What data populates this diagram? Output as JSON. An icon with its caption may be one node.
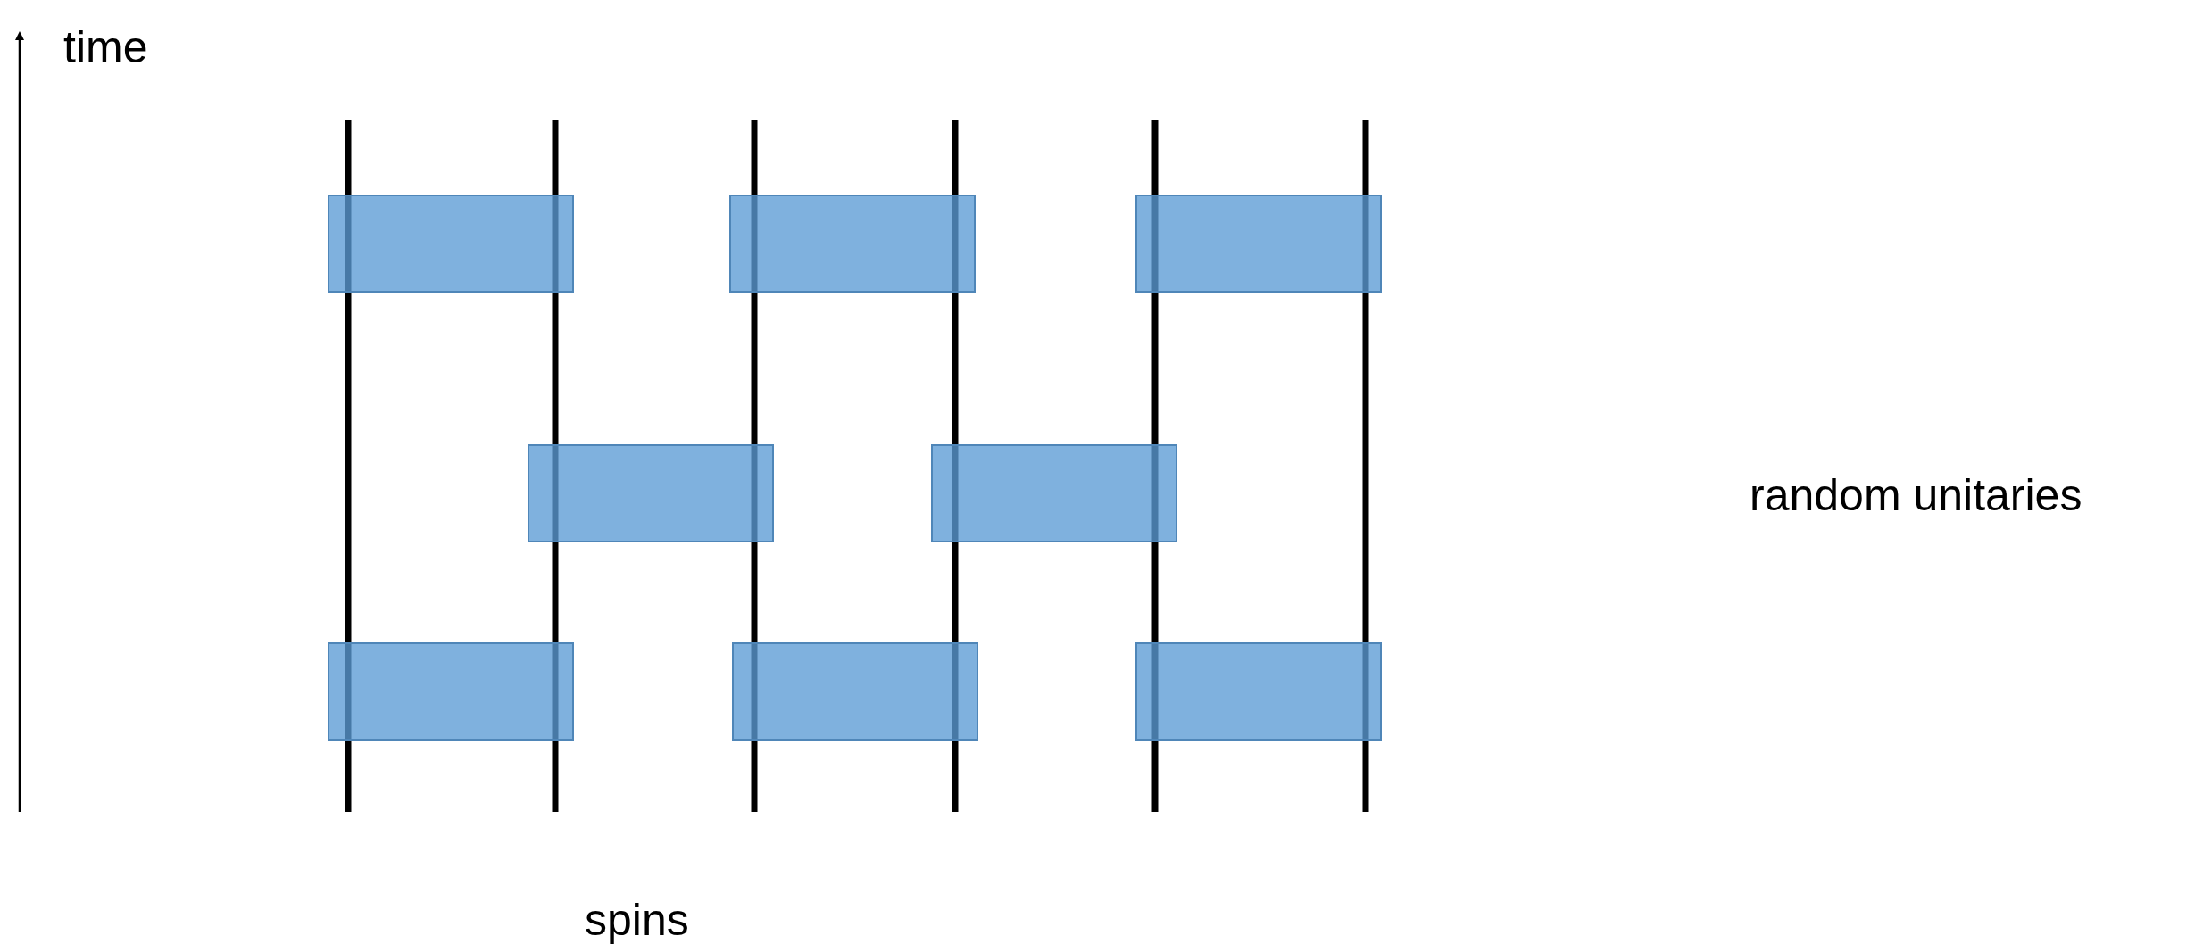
{
  "diagram": {
    "labels": [
      "time",
      "random unitaries",
      "spins"
    ]
  }
}
